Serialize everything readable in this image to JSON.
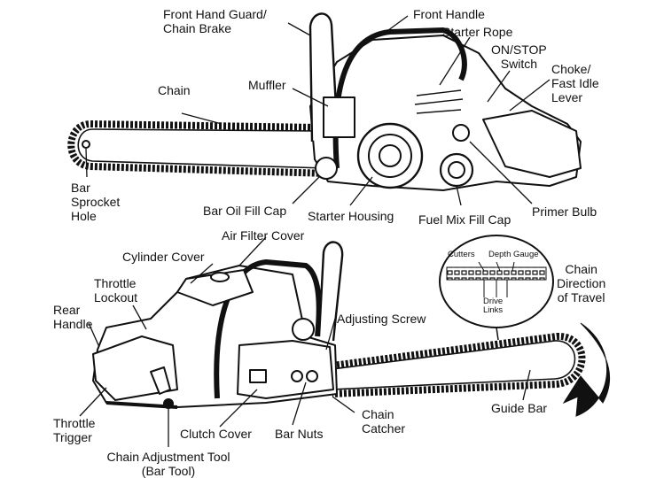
{
  "labels": {
    "front_hand_guard": "Front Hand Guard/\nChain Brake",
    "front_handle": "Front Handle",
    "starter_rope": "Starter Rope",
    "on_stop_switch": "ON/STOP\nSwitch",
    "choke_lever": "Choke/\nFast Idle\nLever",
    "chain": "Chain",
    "muffler": "Muffler",
    "bar_sprocket_hole": "Bar\nSprocket\nHole",
    "bar_oil_fill_cap": "Bar Oil Fill Cap",
    "starter_housing": "Starter Housing",
    "fuel_mix_fill_cap": "Fuel Mix Fill Cap",
    "primer_bulb": "Primer Bulb",
    "air_filter_cover": "Air Filter Cover",
    "cylinder_cover": "Cylinder Cover",
    "throttle_lockout": "Throttle\nLockout",
    "rear_handle": "Rear\nHandle",
    "adjusting_screw": "Adjusting Screw",
    "throttle_trigger": "Throttle\nTrigger",
    "clutch_cover": "Clutch Cover",
    "bar_nuts": "Bar Nuts",
    "chain_catcher": "Chain\nCatcher",
    "guide_bar": "Guide Bar",
    "chain_adjustment_tool": "Chain Adjustment Tool\n(Bar Tool)",
    "chain_direction": "Chain\nDirection\nof Travel",
    "inset_cutters": "Cutters",
    "inset_depth_gauge": "Depth Gauge",
    "inset_drive_links": "Drive\nLinks"
  }
}
